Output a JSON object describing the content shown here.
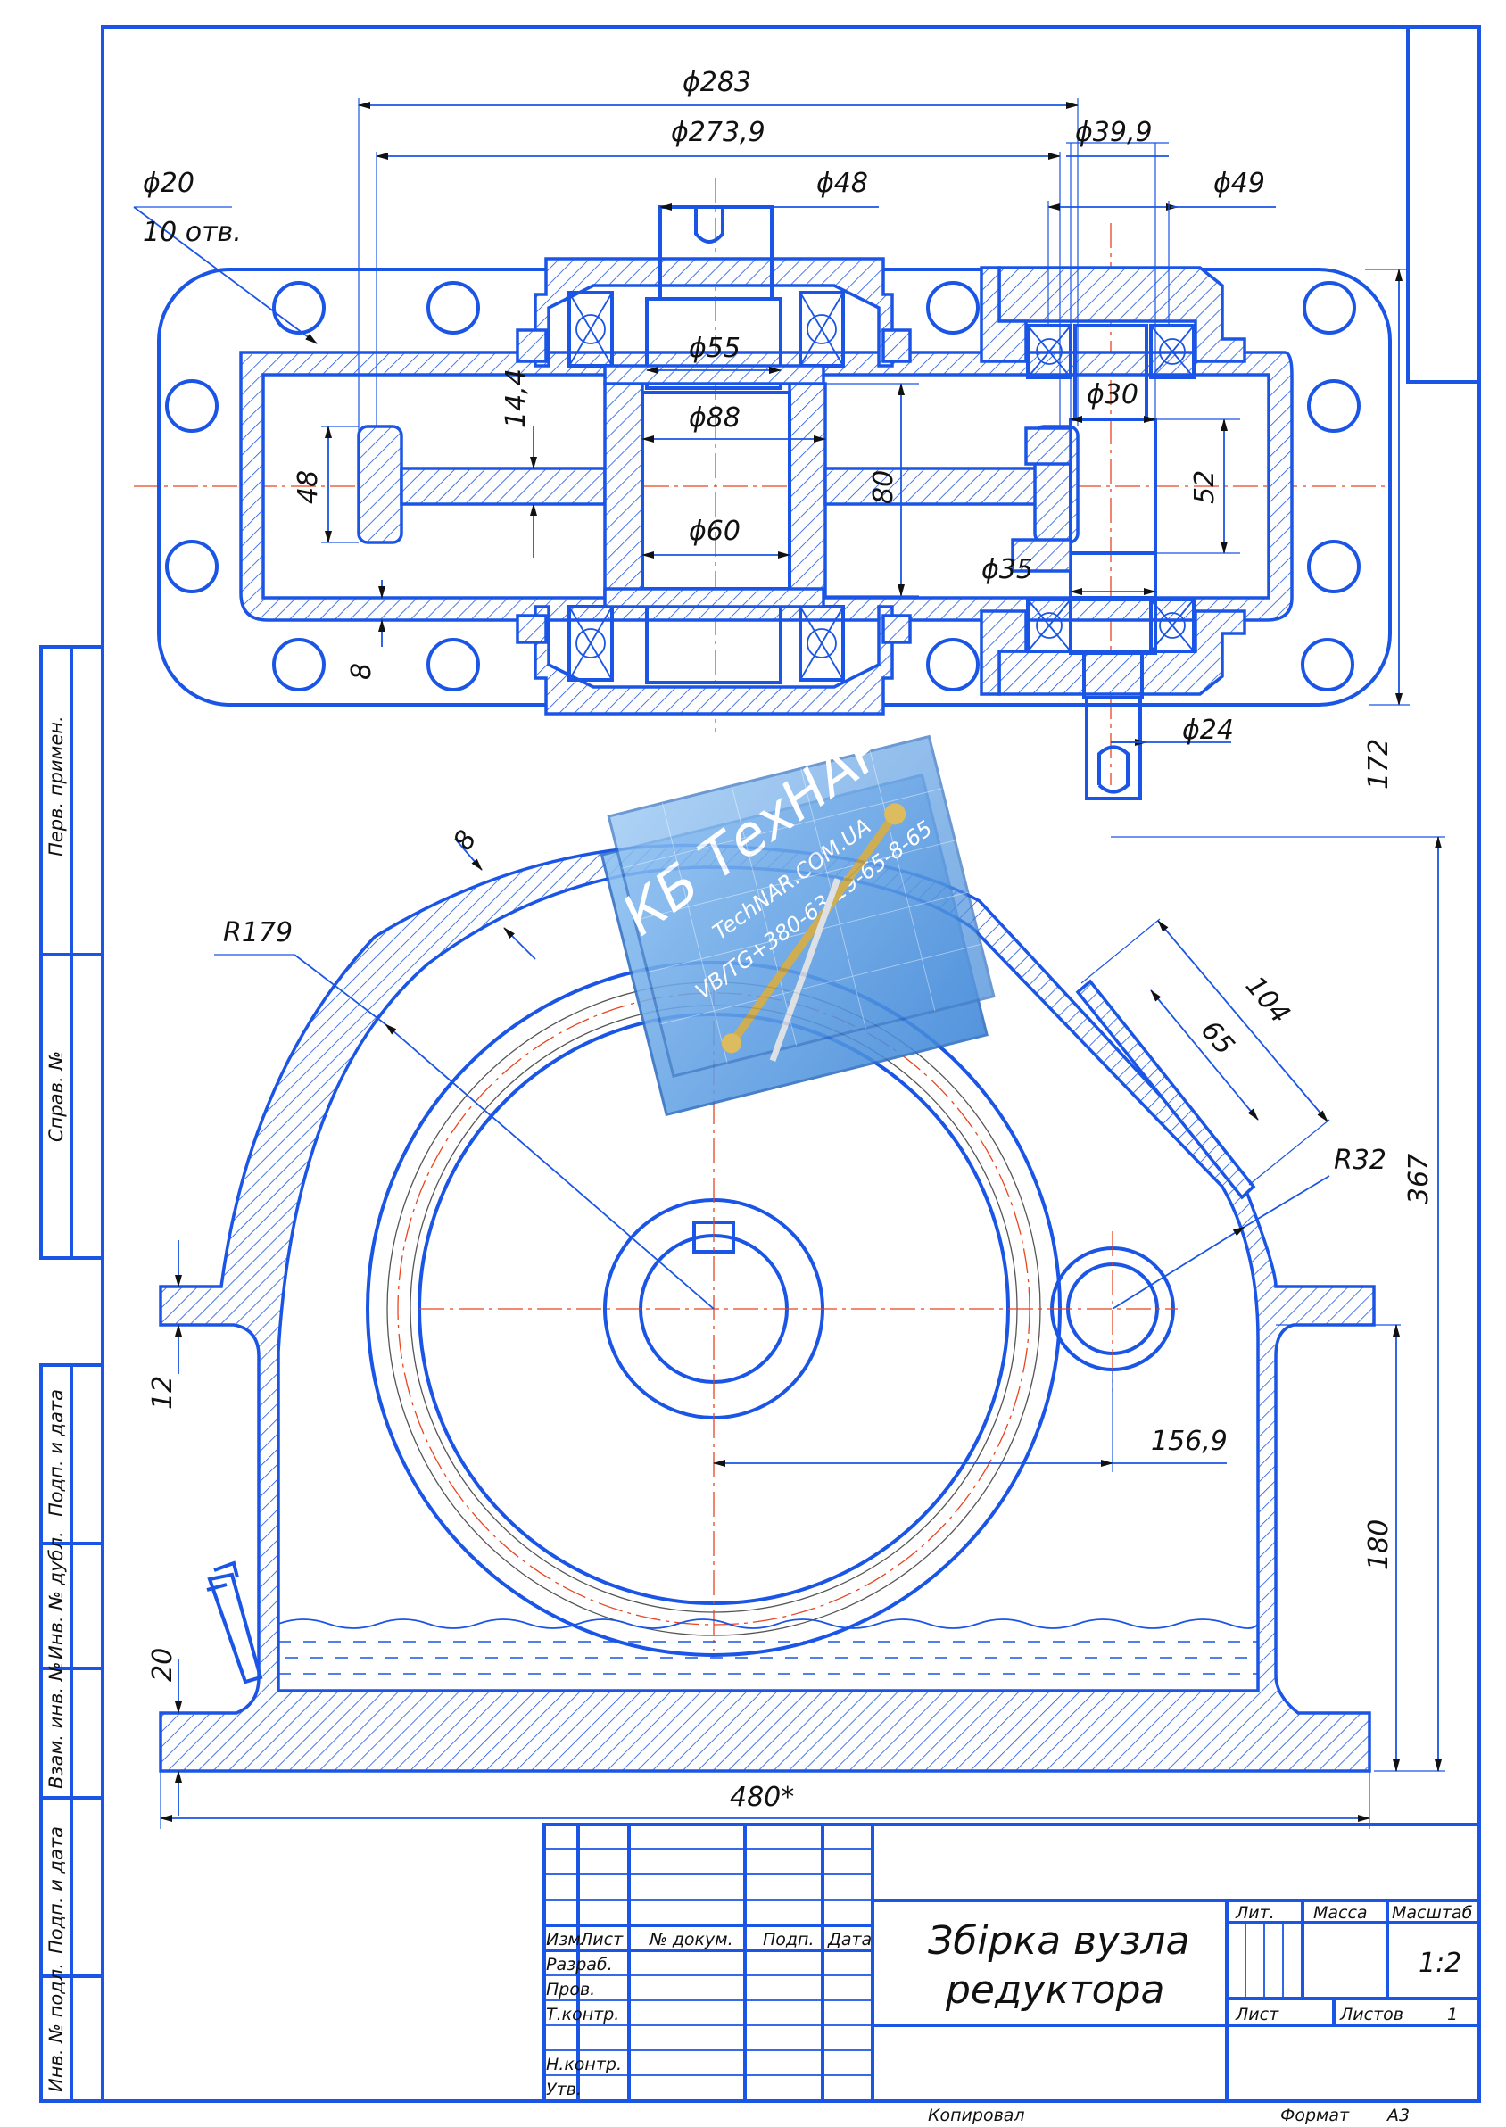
{
  "dimensions": {
    "d283": "ϕ283",
    "d273_9": "ϕ273,9",
    "d39_9": "ϕ39,9",
    "d48": "ϕ48",
    "d49": "ϕ49",
    "d20": "ϕ20",
    "holes": "10 отв.",
    "d55": "ϕ55",
    "d88": "ϕ88",
    "d60": "ϕ60",
    "d30": "ϕ30",
    "d35": "ϕ35",
    "d24": "ϕ24",
    "l14_4": "14,4",
    "l48": "48",
    "l80": "80",
    "l52": "52",
    "l8_top": "8",
    "l172": "172",
    "l8_wall": "8",
    "r179": "R179",
    "l104": "104",
    "l65": "65",
    "r32": "R32",
    "l367": "367",
    "l12": "12",
    "l156_9": "156,9",
    "l180": "180",
    "l20": "20",
    "l480": "480*"
  },
  "side_stamp": [
    "Перв. примен.",
    "Справ. №",
    "Подп. и дата",
    "Инв. № дубл.",
    "Взам. инв. №",
    "Подп. и дата",
    "Инв. № подл."
  ],
  "title_block": {
    "title_line1": "Збірка вузла",
    "title_line2": "редуктора",
    "col_izm": "Изм.",
    "col_list": "Лист",
    "col_doc": "№ докум.",
    "col_podp": "Подп.",
    "col_data": "Дата",
    "row_razrab": "Разраб.",
    "row_prov": "Пров.",
    "row_tkontr": "Т.контр.",
    "row_nkontr": "Н.контр.",
    "row_utv": "Утв.",
    "lit": "Лит.",
    "massa": "Масса",
    "masshtab": "Масштаб",
    "scale": "1:2",
    "list": "Лист",
    "listov": "Листов",
    "listov_value": "1"
  },
  "footer": {
    "copied": "Копировал",
    "format": "Формат",
    "format_value": "А3"
  },
  "watermark": {
    "brand": "КБ ТехНАР",
    "site": "TechNAR.COM.UA",
    "contact": "VB/TG+380-63-19-65-8-65"
  },
  "colors": {
    "line": "#1a55e6",
    "axis": "#e8451f",
    "watermark": "#5a9be0"
  }
}
